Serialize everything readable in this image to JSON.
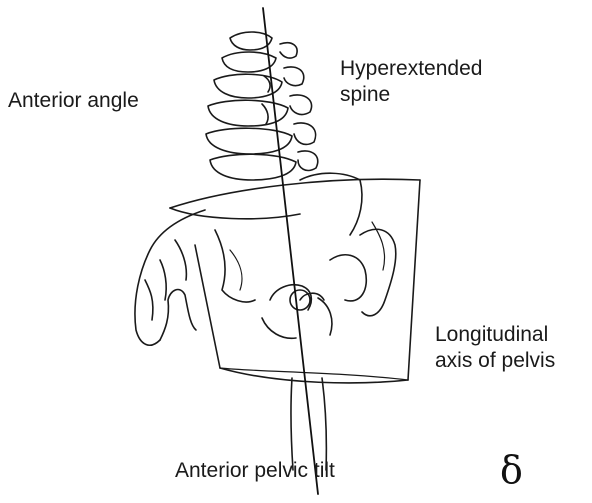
{
  "labels": {
    "anterior_angle": "Anterior angle",
    "hyperextended_line1": "Hyperextended",
    "hyperextended_line2": "spine",
    "longitudinal_line1": "Longitudinal",
    "longitudinal_line2": "axis of pelvis",
    "caption": "Anterior pelvic tilt"
  },
  "corner_mark": "δ",
  "colors": {
    "ink": "#1a1a1a",
    "background": "#ffffff"
  }
}
